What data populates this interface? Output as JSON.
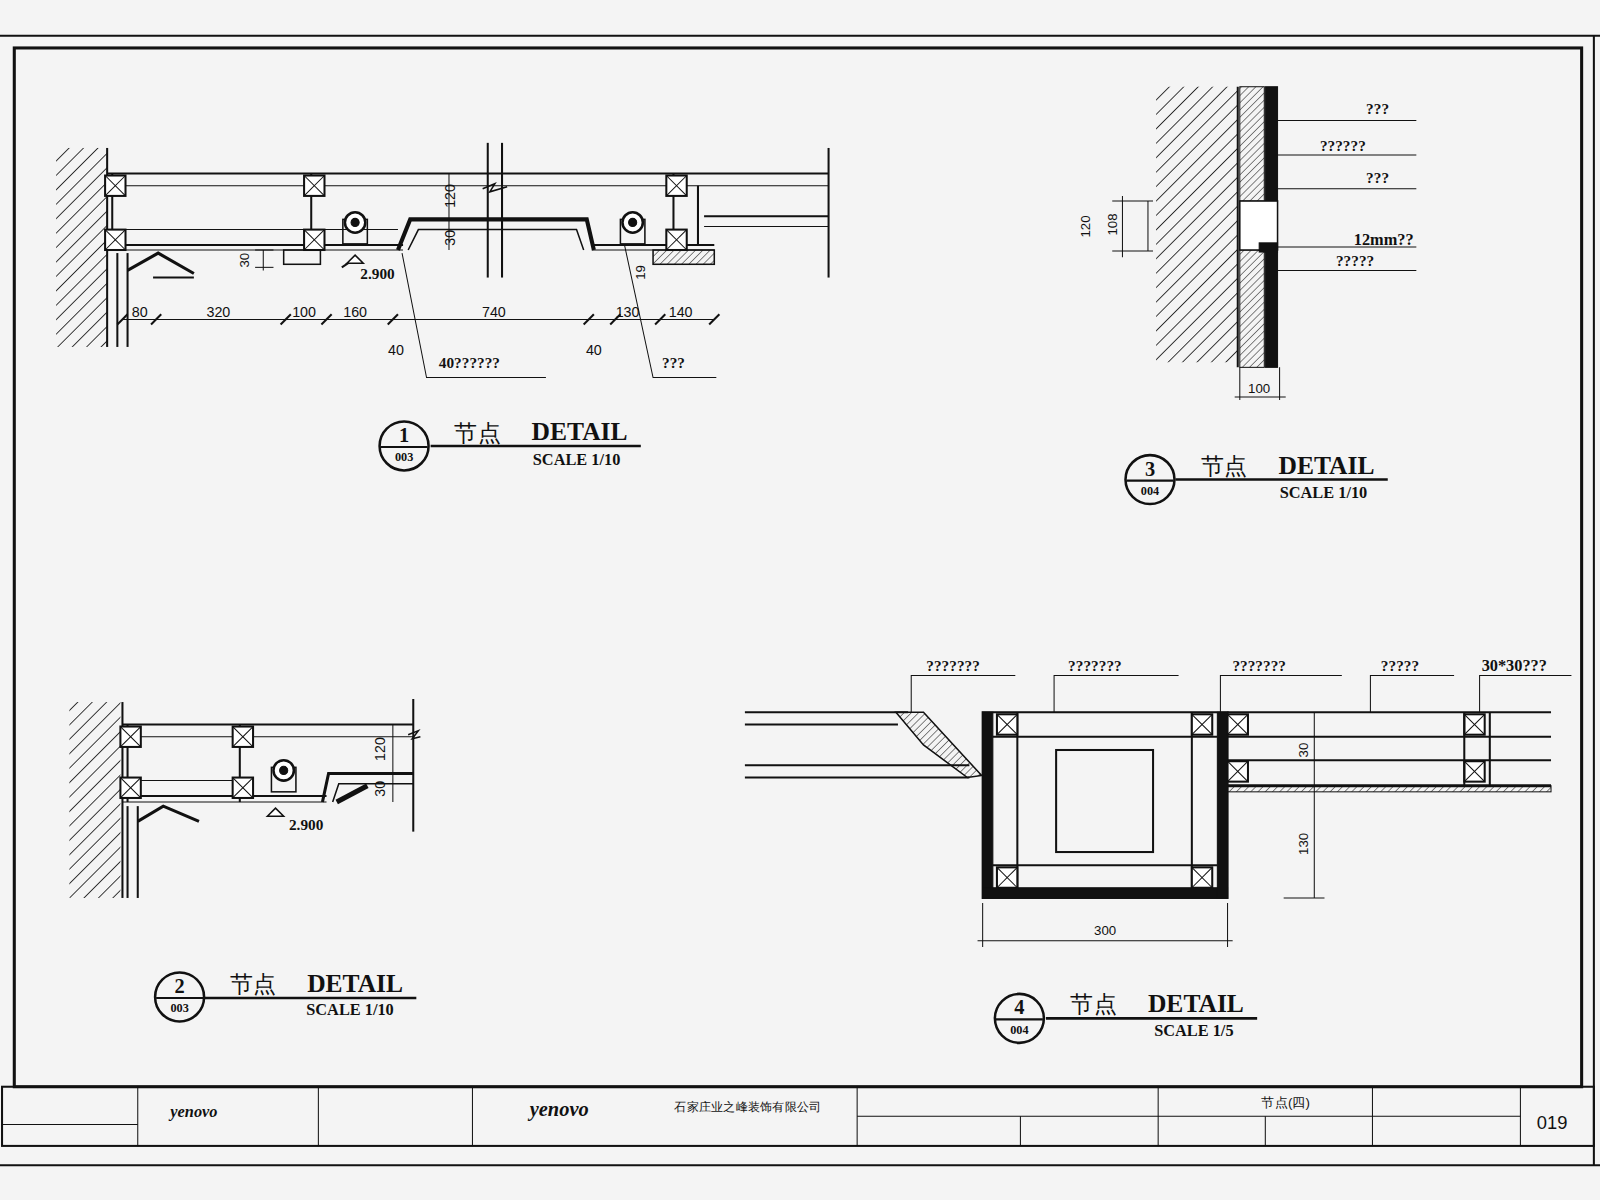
{
  "diagram": {
    "nodes": [
      {
        "text": [
          "1",
          "003"
        ]
      },
      {
        "text": [
          "2",
          "003"
        ]
      },
      {
        "text": [
          "3",
          "004"
        ]
      },
      {
        "text": [
          "4",
          "004"
        ]
      }
    ],
    "labels": [
      "30",
      "120",
      "30",
      "2.900",
      "80",
      "320",
      "100",
      "160",
      "740",
      "130",
      "140",
      "40",
      "40",
      "40??????",
      "???",
      "19",
      "节点",
      "DETAIL",
      "SCALE 1/10",
      "120",
      "30",
      "2.900",
      "节点",
      "DETAIL",
      "SCALE 1/10",
      "???",
      "??????",
      "???",
      "12mm??",
      "?????",
      "120",
      "108",
      "100",
      "节点",
      "DETAIL",
      "SCALE 1/10",
      "???????",
      "???????",
      "???????",
      "?????",
      "30*30???",
      "30",
      "130",
      "300",
      "节点",
      "DETAIL",
      "SCALE 1/5",
      "yenovo",
      "yenovo",
      "石家庄业之峰装饰有限公司",
      "节点(四)",
      "019"
    ]
  }
}
